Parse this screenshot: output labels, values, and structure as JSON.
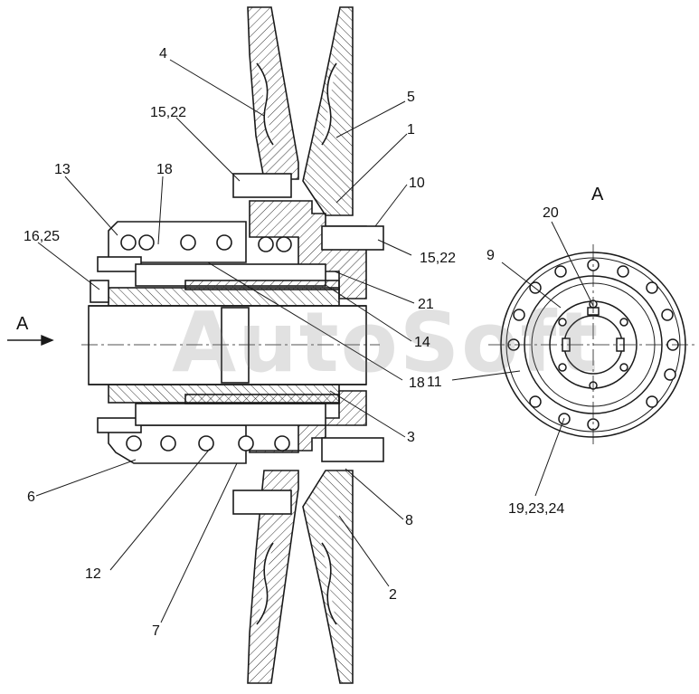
{
  "callouts": {
    "c1": "1",
    "c2": "2",
    "c3": "3",
    "c4": "4",
    "c5": "5",
    "c6": "6",
    "c7": "7",
    "c8": "8",
    "c9": "9",
    "c10": "10",
    "c11": "11",
    "c12": "12",
    "c13": "13",
    "c14": "14",
    "c15_22_top": "15,22",
    "c15_22_right": "15,22",
    "c16_25": "16,25",
    "c18_top": "18",
    "c18_mid": "18",
    "c19_23_24": "19,23,24",
    "c20": "20",
    "c21": "21"
  },
  "view_labels": {
    "arrow_a": "A",
    "view_a": "A"
  },
  "watermark": "AutoSoft",
  "colors": {
    "line": "#1a1a1a",
    "hatch": "#333333",
    "fill": "#ffffff",
    "watermark": "#8a8a8a"
  }
}
